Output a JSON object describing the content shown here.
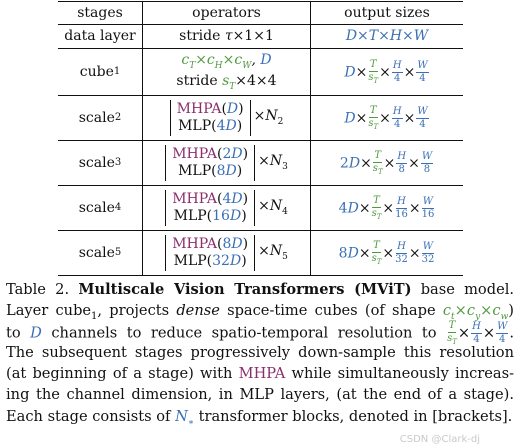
{
  "table": {
    "headers": [
      "stages",
      "operators",
      "output sizes"
    ],
    "rows": [
      {
        "stage": "data layer",
        "op": "stride τ×1×1",
        "out": "D×T×H×W"
      },
      {
        "stage": "cube₁",
        "op1": "c_T×c_H×c_W, D",
        "op2": "stride s_T×4×4",
        "out": "D×T/s_T×H/4×W/4"
      },
      {
        "stage": "scale₂",
        "op1": "MHPA(D)",
        "op2": "MLP(4D)",
        "n": "×N₂",
        "out": "D×T/s_T×H/4×W/4"
      },
      {
        "stage": "scale₃",
        "op1": "MHPA(2D)",
        "op2": "MLP(8D)",
        "n": "×N₃",
        "out": "2D×T/s_T×H/8×W/8"
      },
      {
        "stage": "scale₄",
        "op1": "MHPA(4D)",
        "op2": "MLP(16D)",
        "n": "×N₄",
        "out": "4D×T/s_T×H/16×W/16"
      },
      {
        "stage": "scale₅",
        "op1": "MHPA(8D)",
        "op2": "MLP(32D)",
        "n": "×N₅",
        "out": "8D×T/s_T×H/32×W/32"
      }
    ]
  },
  "caption": {
    "line1_prefix": "Table 2.",
    "line1_bold": "Multiscale Vision Transformers (MViT)",
    "line1_suffix": "base model.",
    "line2": "Layer cube₁, projects dense space-time cubes (of shape c_t×c_y×c_w)",
    "line3": "to D channels to reduce spatio-temporal resolution to T/s_T×H/4×W/4.",
    "line4": "The subsequent stages progressively down-sample this resolution",
    "line5": "(at beginning of a stage) with MHPA while simultaneously increas-",
    "line6": "ing the channel dimension, in MLP layers, (at the end of a stage).",
    "line7": "Each stage consists of N∗ transformer blocks, denoted in [brackets]."
  },
  "watermark": "CSDN @Clark-dj"
}
